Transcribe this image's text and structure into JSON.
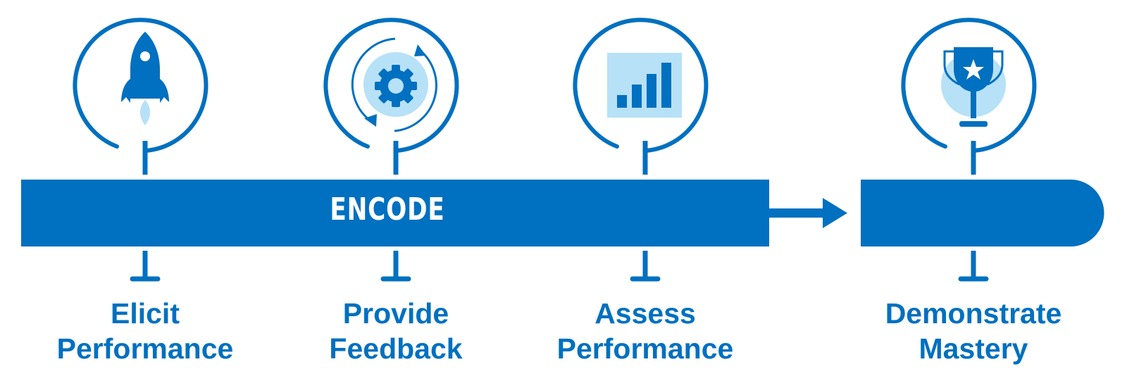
{
  "colors": {
    "primary": "#0070c0",
    "light": "#b7e1f7",
    "background": "#ffffff",
    "bar_text": "#ffffff"
  },
  "bar": {
    "title": "ENCODE"
  },
  "steps": [
    {
      "icon": "rocket-icon",
      "line1": "Elicit",
      "line2": "Performance"
    },
    {
      "icon": "gear-cycle-icon",
      "line1": "Provide",
      "line2": "Feedback"
    },
    {
      "icon": "bar-chart-icon",
      "line1": "Assess",
      "line2": "Performance"
    },
    {
      "icon": "trophy-icon",
      "line1": "Demonstrate",
      "line2": "Mastery"
    }
  ]
}
